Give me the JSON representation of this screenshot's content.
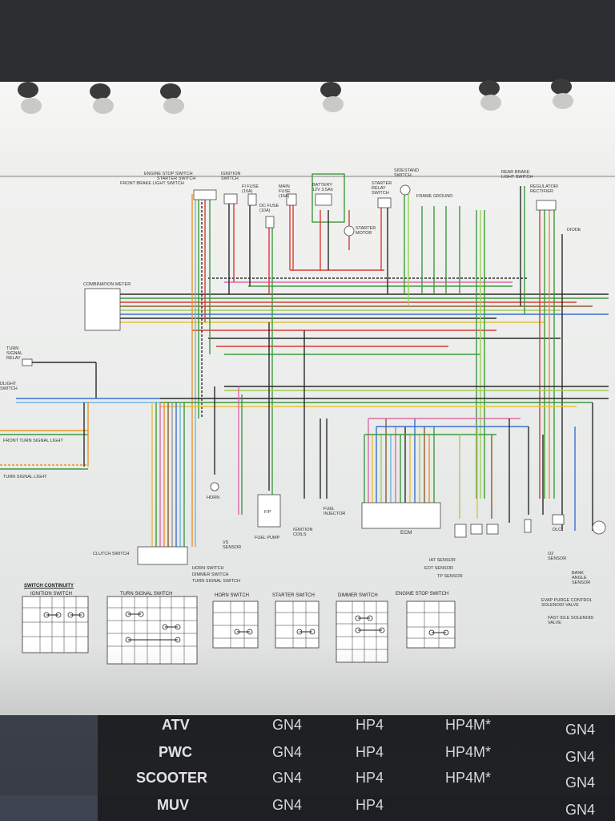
{
  "diagram": {
    "top_labels": {
      "engine_stop_switch": "ENGINE STOP SWITCH",
      "starter_switch": "STARTER SWITCH",
      "front_brake_light_switch": "FRONT BRAKE LIGHT SWITCH",
      "ignition_switch": "IGNITION SWITCH",
      "fi_fuse": "FI FUSE (10A)",
      "dc_fuse": "DC FUSE (10A)",
      "main_fuse": "MAIN FUSE (15A)",
      "battery": "BATTERY 12V 3.5Ah",
      "starter_relay_switch": "STARTER RELAY SWITCH",
      "starter_motor": "STARTER MOTOR",
      "sidestand_switch": "SIDESTAND SWITCH",
      "frame_ground": "FRAME GROUND",
      "rear_brake_light_switch": "REAR BRAKE LIGHT SWITCH",
      "regulator_rectifier": "REGULATOR/ RECTIFIER",
      "diode": "DIODE"
    },
    "left_labels": {
      "combination_meter": "COMBINATION METER",
      "turn_signal_relay": "TURN SIGNAL RELAY",
      "dlight_switch": "DLIGHT SWITCH",
      "front_turn_signal_light": "FRONT TURN SIGNAL LIGHT",
      "rear_turn_signal_light": "TURN SIGNAL LIGHT"
    },
    "component_labels": {
      "horn": "HORN",
      "vs_sensor": "VS SENSOR",
      "fuel_pump": "FUEL PUMP",
      "ignition_coils": "IGNITION COILS",
      "fuel_injector": "FUEL INJECTOR",
      "ecm": "ECM",
      "iat_sensor": "IAT SENSOR",
      "eot_sensor": "EOT SENSOR",
      "tp_sensor": "TP SENSOR",
      "dlc": "DLC",
      "o2_sensor": "O2 SENSOR",
      "bank_angle_sensor": "BANK ANGLE SENSOR",
      "evap": "EVAP PURGE CONTROL SOLENOID VALVE",
      "fast_idle": "FAST IDLE SOLENOID VALVE",
      "clutch_switch": "CLUTCH SWITCH",
      "horn_switch_lead": "HORN SWITCH",
      "dimmer_switch_lead": "DIMMER SWITCH",
      "turn_signal_switch_lead": "TURN SIGNAL SWITCH",
      "fp_box": "F/P"
    },
    "switch_continuity": {
      "heading": "SWITCH CONTINUITY",
      "tables": [
        {
          "title": "IGNITION SWITCH"
        },
        {
          "title": "TURN SIGNAL SWITCH"
        },
        {
          "title": "HORN SWITCH"
        },
        {
          "title": "STARTER SWITCH"
        },
        {
          "title": "DIMMER SWITCH"
        },
        {
          "title": "ENGINE STOP SWITCH"
        }
      ]
    },
    "wire_colors": {
      "red": "#d93a32",
      "green": "#3e9a3c",
      "light_green": "#9ccf5a",
      "black": "#2a2a2a",
      "brown": "#8a5a2e",
      "blue": "#3c6fd0",
      "light_blue": "#6cb7e6",
      "yellow": "#e2c23a",
      "orange": "#e8932b",
      "pink": "#e06aa8",
      "gray": "#9a9a9a",
      "white": "#dddddd"
    }
  },
  "chart_table": {
    "rows": [
      {
        "label": "ATV",
        "cells": [
          "GN4",
          "HP4",
          "HP4M*",
          "GN4"
        ]
      },
      {
        "label": "PWC",
        "cells": [
          "GN4",
          "HP4",
          "HP4M*",
          "GN4"
        ]
      },
      {
        "label": "SCOOTER",
        "cells": [
          "GN4",
          "HP4",
          "HP4M*",
          "GN4"
        ]
      },
      {
        "label": "MUV",
        "cells": [
          "GN4",
          "HP4",
          "",
          "GN4"
        ]
      }
    ]
  }
}
